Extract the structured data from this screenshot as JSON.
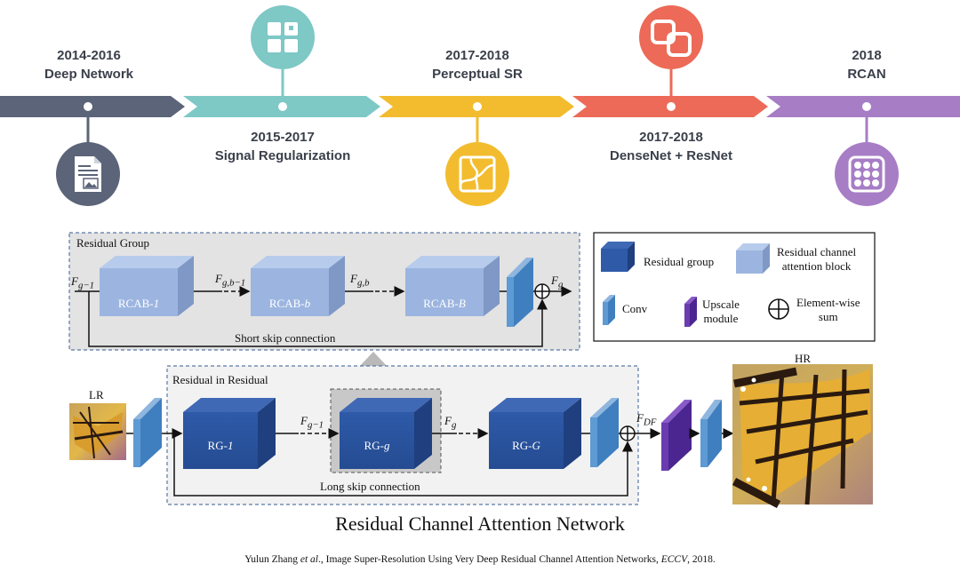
{
  "timeline": {
    "milestones": [
      {
        "period": "2014-2016",
        "name": "Deep Network",
        "color": "#5b6478",
        "icon": "document-image-icon"
      },
      {
        "period": "2015-2017",
        "name": "Signal Regularization",
        "color": "#7ec8c6",
        "icon": "grid-squares-icon"
      },
      {
        "period": "2017-2018",
        "name": "Perceptual SR",
        "color": "#f2bc2e",
        "icon": "puzzle-map-icon"
      },
      {
        "period": "2017-2018",
        "name": "DenseNet + ResNet",
        "color": "#ec6a57",
        "icon": "overlapping-squares-icon"
      },
      {
        "period": "2018",
        "name": "RCAN",
        "color": "#a77dc6",
        "icon": "dot-matrix-icon"
      }
    ]
  },
  "diagram": {
    "residual_group": {
      "title": "Residual Group",
      "blocks": [
        "RCAB-",
        "RCAB-",
        "RCAB-"
      ],
      "block_suffixes": [
        "1",
        "b",
        "B"
      ],
      "skip_label": "Short skip connection"
    },
    "residual_in_residual": {
      "title": "Residual in Residual",
      "blocks": [
        "RG-",
        "RG-",
        "RG-"
      ],
      "block_suffixes": [
        "1",
        "g",
        "G"
      ],
      "skip_label": "Long skip connection"
    },
    "lr_label": "LR",
    "hr_label": "HR",
    "legend": {
      "residual_group": "Residual group",
      "rcab_line1": "Residual channel",
      "rcab_line2": "attention block",
      "conv": "Conv",
      "upscale_line1": "Upscale",
      "upscale_line2": "module",
      "sum_line1": "Element-wise",
      "sum_line2": "sum"
    },
    "title": "Residual Channel Attention Network"
  },
  "citation": {
    "author_prefix": "Yulun Zhang ",
    "author_etal": "et al",
    "title_part": "., Image Super-Resolution Using Very Deep Residual Channel Attention Networks, ",
    "venue": "ECCV",
    "year_part": ", 2018."
  }
}
